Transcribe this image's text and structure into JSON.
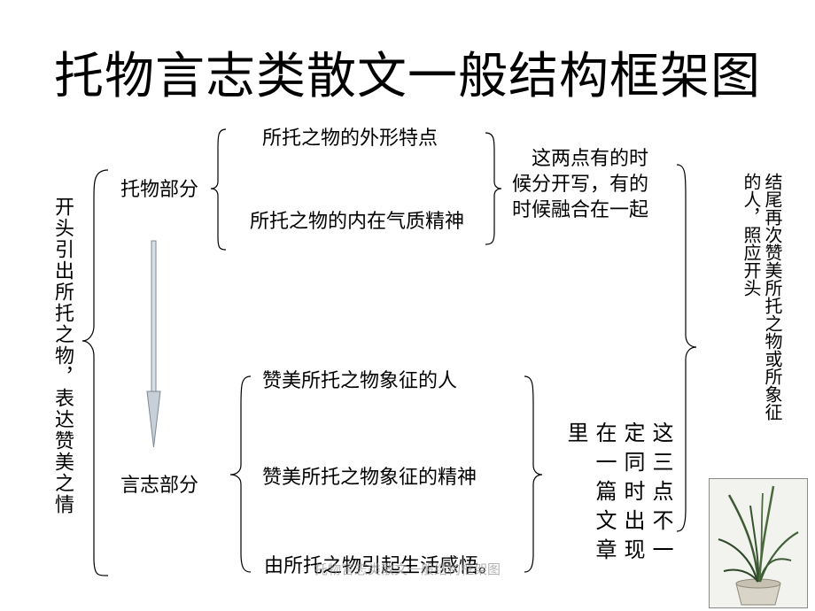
{
  "title": "托物言志类散文一般结构框架图",
  "opening": "开头引出所托之物，表达赞美之情",
  "part1": {
    "label": "托物部分",
    "items": [
      "所托之物的外形特点",
      "所托之物的内在气质精神"
    ],
    "note": "这两点有的时候分开写，有的时候融合在一起"
  },
  "part2": {
    "label": "言志部分",
    "items": [
      "赞美所托之物象征的人",
      "赞美所托之物象征的精神",
      "由所托之物引起生活感悟。"
    ],
    "note": "这三点不一定同时出现在一篇文章里"
  },
  "ending": "结尾再次赞美所托之物或所象征的人，照应开头",
  "watermark": "托物言志类散文一般结构框架图"
}
